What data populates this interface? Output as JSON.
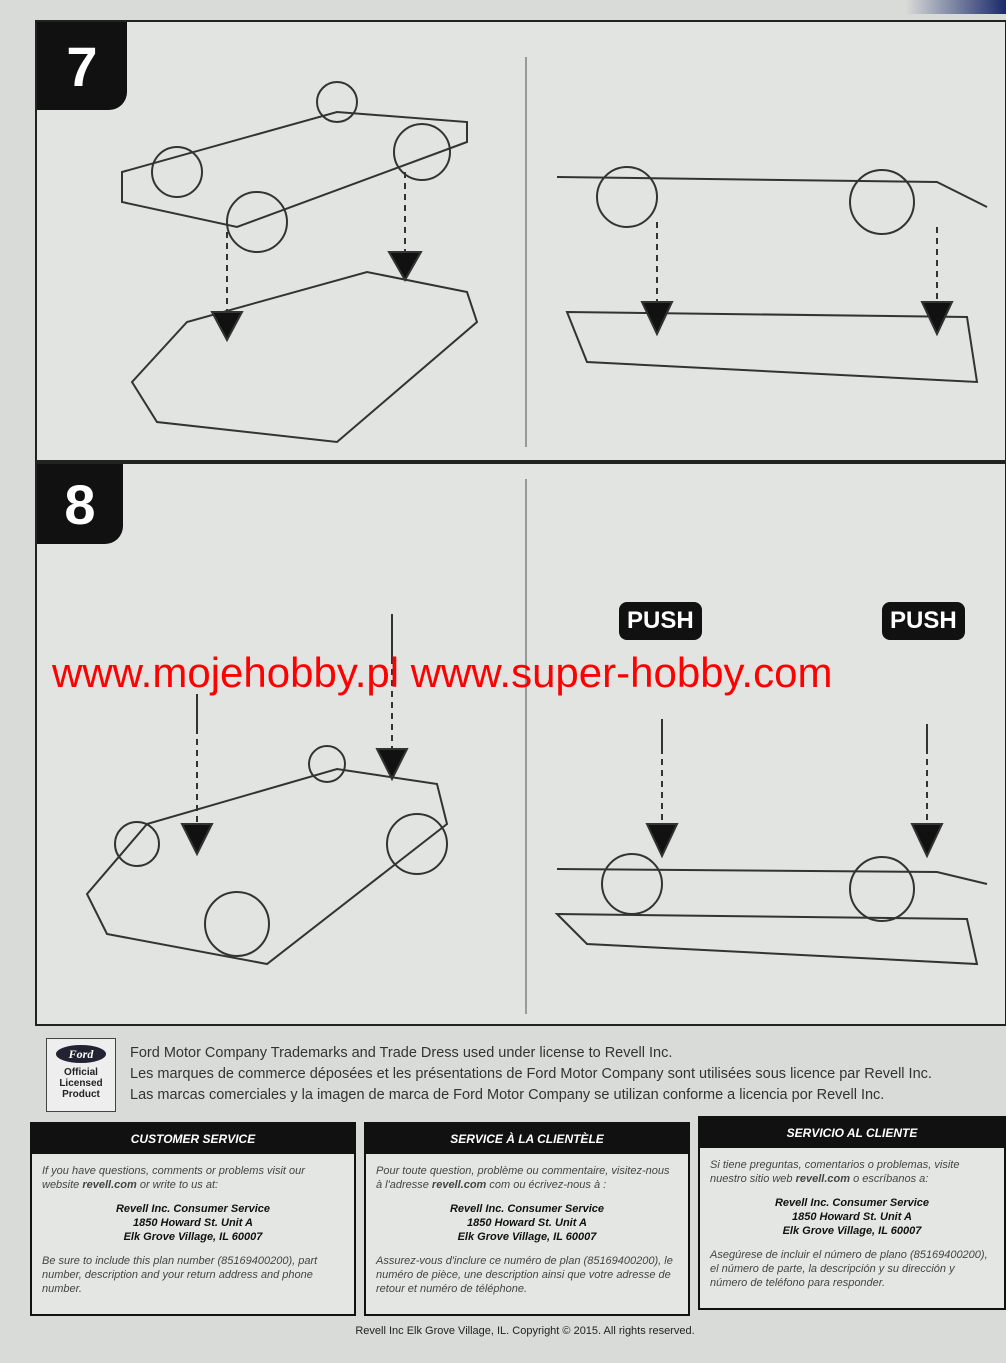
{
  "steps": [
    {
      "number": "7"
    },
    {
      "number": "8"
    }
  ],
  "push_label": "PUSH",
  "watermark": "www.mojehobby.pl www.super-hobby.com",
  "ford_badge": {
    "logo": "Ford",
    "line1": "Official",
    "line2": "Licensed",
    "line3": "Product"
  },
  "license": [
    "Ford Motor Company Trademarks and Trade Dress used under license to Revell Inc.",
    "Les marques de commerce déposées et les présentations de Ford Motor Company sont utilisées sous licence par Revell Inc.",
    "Las marcas comerciales y la imagen de marca de Ford Motor Company se utilizan conforme a licencia por Revell Inc."
  ],
  "service": [
    {
      "title": "CUSTOMER SERVICE",
      "intro_a": "If you have questions, comments or problems visit our website ",
      "link": "revell.com",
      "intro_b": " or write to us at:",
      "addr1": "Revell Inc. Consumer Service",
      "addr2": "1850 Howard St. Unit A",
      "addr3": "Elk Grove Village, IL 60007",
      "note": "Be sure to include this plan number (85169400200), part number, description and your return address and phone number."
    },
    {
      "title": "SERVICE À LA CLIENTÈLE",
      "intro_a": "Pour toute question, problème ou commentaire, visitez-nous à l'adresse ",
      "link": "revell.com",
      "intro_b": " com ou écrivez-nous à :",
      "addr1": "Revell Inc. Consumer Service",
      "addr2": "1850 Howard St. Unit A",
      "addr3": "Elk Grove Village, IL 60007",
      "note": "Assurez-vous d'inclure ce numéro de plan (85169400200), le numéro de pièce, une description ainsi que votre adresse de retour et numéro de téléphone."
    },
    {
      "title": "SERVICIO AL CLIENTE",
      "intro_a": "Si tiene preguntas, comentarios o problemas, visite nuestro sitio web ",
      "link": "revell.com",
      "intro_b": " o escríbanos a:",
      "addr1": "Revell Inc. Consumer Service",
      "addr2": "1850 Howard St. Unit A",
      "addr3": "Elk Grove Village, IL 60007",
      "note": "Asegúrese de incluir el número de plano (85169400200), el número de parte, la descripción y su dirección y número de teléfono para responder."
    }
  ],
  "copyright": "Revell Inc Elk Grove Village, IL. Copyright © 2015.  All rights reserved."
}
